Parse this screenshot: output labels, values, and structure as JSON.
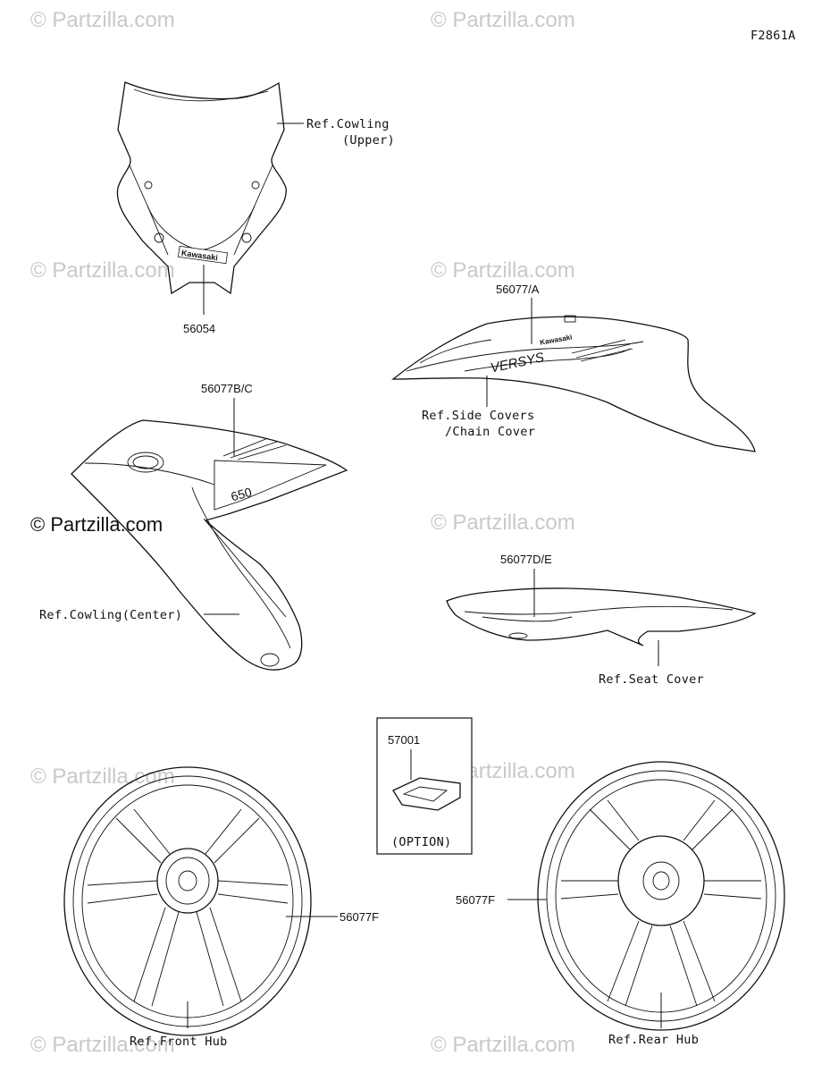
{
  "figure_code": "F2861A",
  "watermark": {
    "text": "© Partzilla.com",
    "color": "#c9c9c9",
    "primary_color": "#111111"
  },
  "parts": {
    "windscreen_decal": {
      "part_no": "56054",
      "brand_text": "Kawasaki"
    },
    "side_cover_decal": {
      "part_no": "56077/A",
      "brand_text": "Kawasaki",
      "model_text": "VERSYS"
    },
    "tank_cowl_decal": {
      "part_no": "56077B/C",
      "engine_text": "650"
    },
    "seat_cover_decal": {
      "part_no": "56077D/E"
    },
    "front_wheel_decal": {
      "part_no": "56077F"
    },
    "rear_wheel_decal": {
      "part_no": "56077F"
    },
    "option_kit": {
      "part_no": "57001",
      "note": "(OPTION)"
    }
  },
  "refs": {
    "cowling_upper_line1": "Ref.Cowling",
    "cowling_upper_line2": "(Upper)",
    "side_covers_line1": "Ref.Side Covers",
    "side_covers_line2": "/Chain Cover",
    "cowling_center": "Ref.Cowling(Center)",
    "seat_cover": "Ref.Seat Cover",
    "front_hub": "Ref.Front Hub",
    "rear_hub": "Ref.Rear Hub"
  }
}
